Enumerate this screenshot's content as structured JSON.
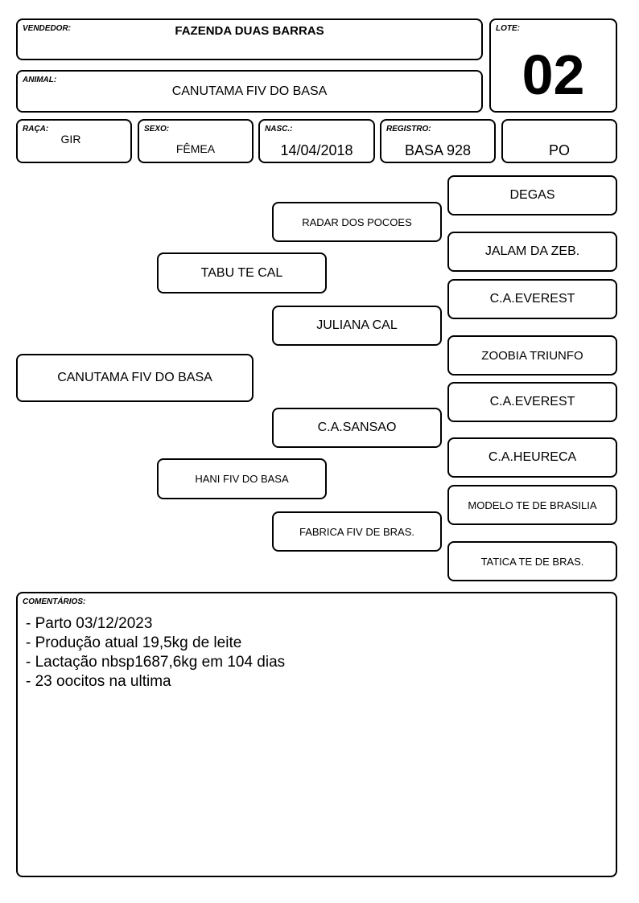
{
  "vendor": {
    "label": "VENDEDOR:",
    "value": "FAZENDA DUAS BARRAS"
  },
  "lot": {
    "label": "LOTE:",
    "value": "02"
  },
  "animal": {
    "label": "ANIMAL:",
    "value": "CANUTAMA FIV DO BASA"
  },
  "breed": {
    "label": "RAÇA:",
    "value": "GIR"
  },
  "sex": {
    "label": "SEXO:",
    "value": "FÊMEA"
  },
  "birth": {
    "label": "NASC.:",
    "value": "14/04/2018"
  },
  "registry": {
    "label": "REGISTRO:",
    "value": "BASA 928"
  },
  "category": {
    "value": "PO"
  },
  "pedigree": {
    "animal": "CANUTAMA FIV DO BASA",
    "sire": "TABU TE CAL",
    "dam": "HANI FIV DO BASA",
    "sire_sire": "RADAR DOS POCOES",
    "sire_dam": "JULIANA CAL",
    "dam_sire": "C.A.SANSAO",
    "dam_dam": "FABRICA FIV DE BRAS.",
    "ggp": [
      "DEGAS",
      "JALAM DA ZEB.",
      "C.A.EVEREST",
      "ZOOBIA TRIUNFO",
      "C.A.EVEREST",
      "C.A.HEURECA",
      "MODELO TE DE BRASILIA",
      "TATICA TE DE BRAS."
    ]
  },
  "comments": {
    "label": "COMENTÁRIOS:",
    "lines": [
      "- Parto 03/12/2023",
      "- Produção atual 19,5kg de leite",
      "- Lactação nbsp1687,6kg em 104 dias",
      "- 23 oocitos na ultima"
    ]
  }
}
